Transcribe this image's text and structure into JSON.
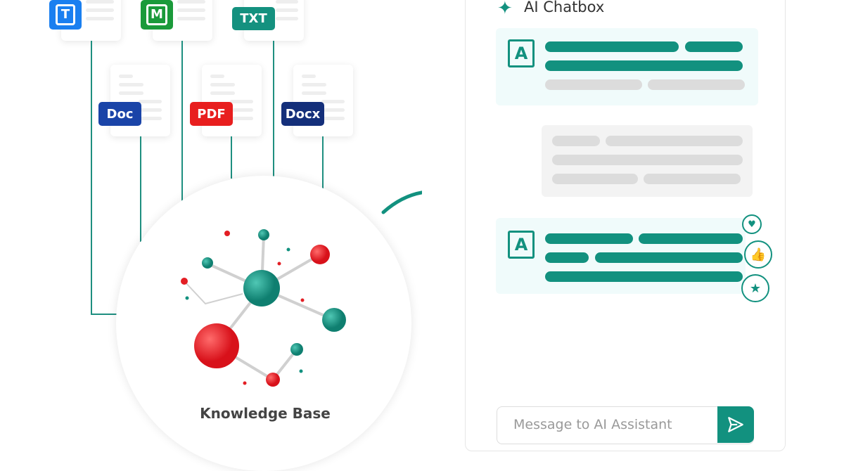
{
  "sources": {
    "top": [
      {
        "type": "icon",
        "glyph": "T",
        "color": "#1a7ff0",
        "name": "t-app"
      },
      {
        "type": "icon",
        "glyph": "M",
        "color": "#1a9a3a",
        "name": "m-app"
      },
      {
        "type": "badge",
        "label": "TXT",
        "color": "#14917f"
      }
    ],
    "bottom": [
      {
        "label": "Doc",
        "color": "#1a44a8"
      },
      {
        "label": "PDF",
        "color": "#e81e1e"
      },
      {
        "label": "Docx",
        "color": "#142f7a"
      }
    ]
  },
  "knowledge_base": {
    "label": "Knowledge Base"
  },
  "chat": {
    "title": "AI Chatbox",
    "assistant_avatar": "A",
    "input_placeholder": "Message to AI Assistant",
    "reactions": [
      "heart-icon",
      "thumbs-up-icon",
      "star-icon"
    ]
  },
  "colors": {
    "accent": "#12917f",
    "red": "#e31e24"
  }
}
